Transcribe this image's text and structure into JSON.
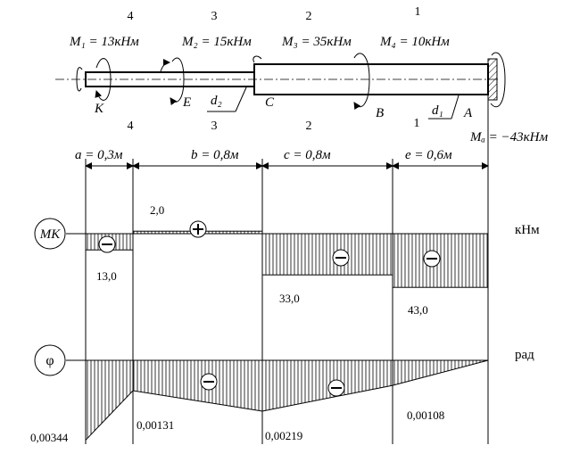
{
  "sections": {
    "top": [
      "4",
      "3",
      "2",
      "1"
    ],
    "bottom": [
      "4",
      "3",
      "2",
      "1"
    ]
  },
  "moments": {
    "m1": "M₁ = 13кНм",
    "m2": "M₂ = 15кНм",
    "m3": "M₃ = 35кНм",
    "m4": "M₄ = 10кНм",
    "ma": "Mₐ = −43кНм"
  },
  "points": {
    "k": "K",
    "e": "E",
    "c": "C",
    "b": "B",
    "a": "A",
    "d1": "d₁",
    "d2": "d₂"
  },
  "lengths": {
    "a": "a = 0,3м",
    "b": "b = 0,8м",
    "c": "c = 0,8м",
    "e": "e = 0,6м"
  },
  "torque_diagram": {
    "symbol": "MК",
    "unit": "кНм",
    "values": [
      -13.0,
      2.0,
      -33.0,
      -43.0
    ],
    "labels": [
      "13,0",
      "2,0",
      "33,0",
      "43,0"
    ]
  },
  "angle_diagram": {
    "symbol": "φ",
    "unit": "рад",
    "values": [
      0.00344,
      0.00131,
      0.00219,
      0.00108,
      0
    ],
    "labels": [
      "0,00344",
      "0,00131",
      "0,00219",
      "0,00108"
    ]
  }
}
